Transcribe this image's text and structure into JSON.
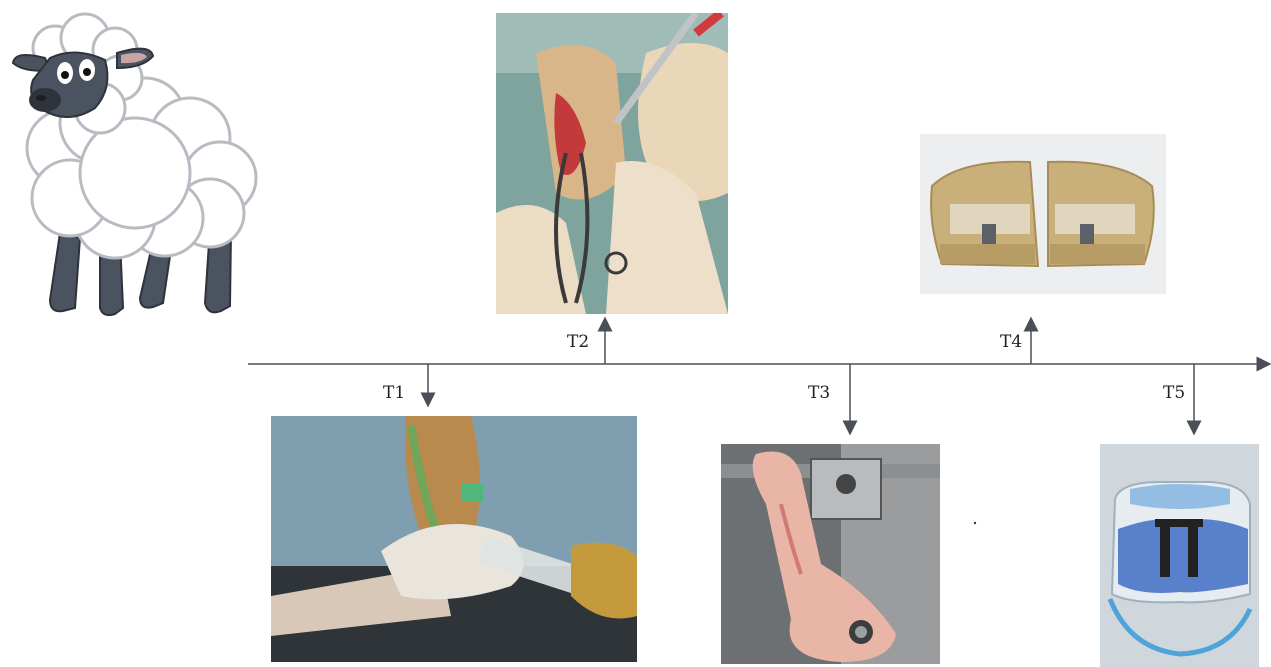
{
  "timeline": {
    "points": [
      {
        "id": "T1",
        "label": "T1",
        "direction": "down",
        "image": "syringe-injection-photo"
      },
      {
        "id": "T2",
        "label": "T2",
        "direction": "up",
        "image": "surgical-incision-photo"
      },
      {
        "id": "T3",
        "label": "T3",
        "direction": "down",
        "image": "femur-bone-specimen-photo"
      },
      {
        "id": "T4",
        "label": "T4",
        "direction": "up",
        "image": "resin-embedded-sections-photo"
      },
      {
        "id": "T5",
        "label": "T5",
        "direction": "down",
        "image": "stained-histology-section-photo"
      }
    ]
  },
  "illustration": {
    "icon": "sheep-icon"
  },
  "colors": {
    "axis": "#4a4e57",
    "text": "#222222"
  }
}
